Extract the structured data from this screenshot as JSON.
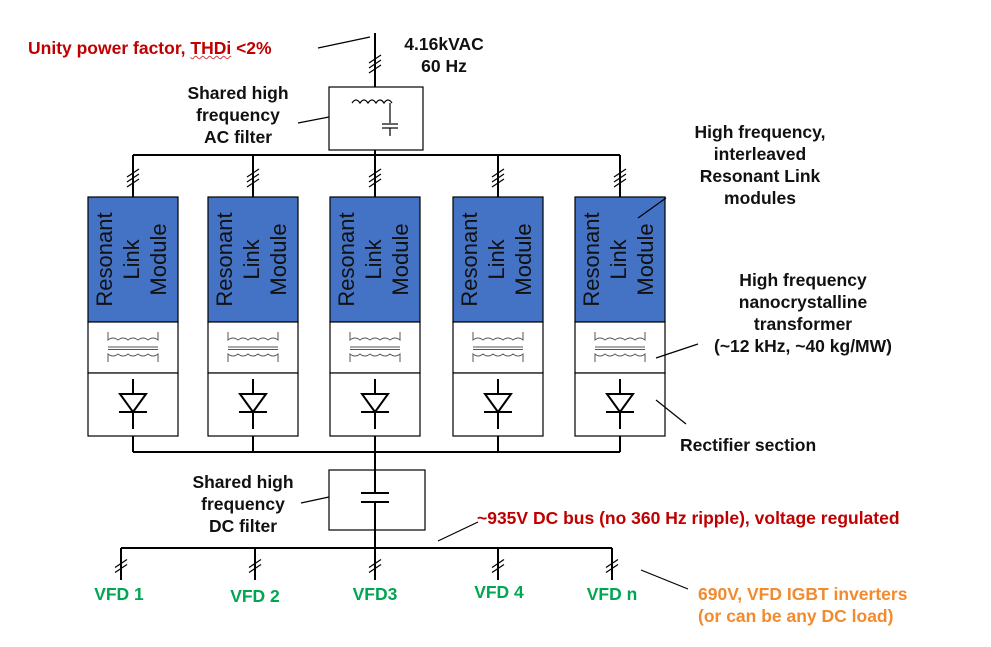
{
  "colors": {
    "module_fill": "#4472c4",
    "wire": "#000000",
    "red_text": "#c00000",
    "green_text": "#00a651",
    "orange_text": "#f28a2e"
  },
  "source": {
    "voltage": "4.16kVAC",
    "frequency": "60 Hz"
  },
  "power_quality": {
    "prefix": "Unity power factor, ",
    "thdi": "THDi",
    "suffix": " <2%"
  },
  "ac_filter": {
    "line1": "Shared high",
    "line2": "frequency",
    "line3": "AC filter"
  },
  "module_label": {
    "line1": "Resonant",
    "line2": "Link",
    "line3": "Module"
  },
  "module_count": 5,
  "resonant_callout": {
    "line1": "High frequency,",
    "line2": "interleaved",
    "line3": "Resonant Link",
    "line4": "modules"
  },
  "transformer_callout": {
    "line1": "High frequency",
    "line2": "nanocrystalline",
    "line3": "transformer",
    "line4": "(~12 kHz, ~40 kg/MW)"
  },
  "rectifier_callout": "Rectifier section",
  "dc_filter": {
    "line1": "Shared high",
    "line2": "frequency",
    "line3": "DC filter"
  },
  "dc_bus": "~935V DC bus (no 360 Hz ripple), voltage regulated",
  "vfds": [
    "VFD 1",
    "VFD 2",
    "VFD3",
    "VFD 4",
    "VFD n"
  ],
  "inverter_note": {
    "line1": "690V, VFD IGBT inverters",
    "line2": "(or can be any DC load)"
  }
}
